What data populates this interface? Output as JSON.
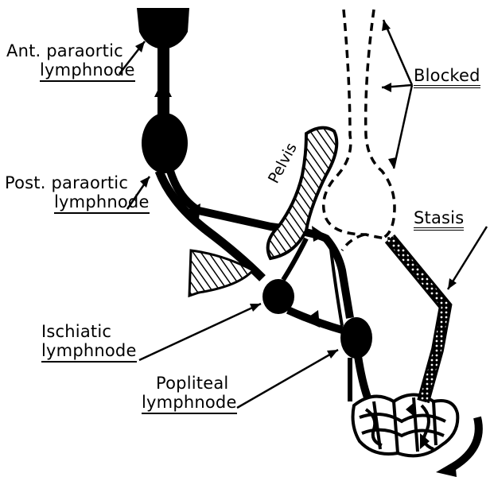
{
  "labels": {
    "ant_paraortic": [
      "Ant. paraortic",
      "lymphnode"
    ],
    "post_paraortic": [
      "Post. paraortic",
      "lymphnode"
    ],
    "ischiatic": [
      "Ischiatic",
      "lymphnode"
    ],
    "popliteal": [
      "Popliteal",
      "lymphnode"
    ],
    "blocked": "Blocked",
    "stasis": "Stasis",
    "pelvis": "Pelvis"
  },
  "colors": {
    "ink": "#000000",
    "paper": "#ffffff"
  }
}
